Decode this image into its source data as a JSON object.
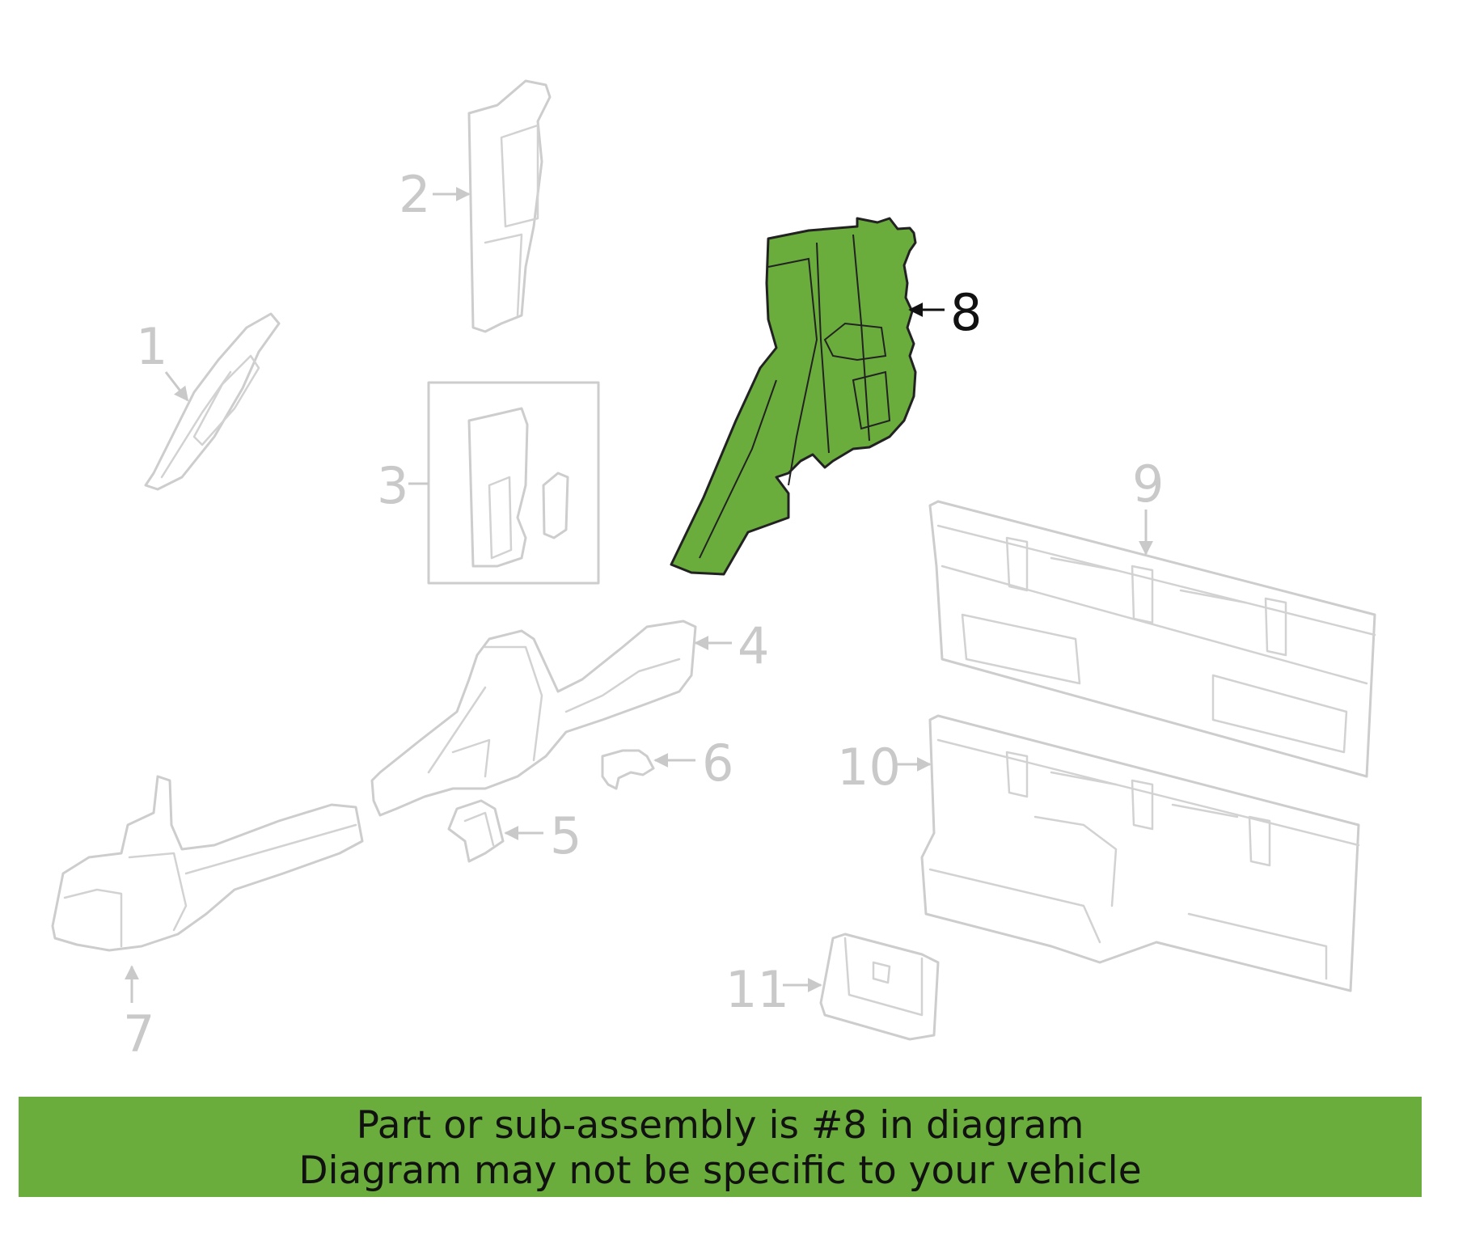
{
  "diagram": {
    "highlight_color": "#6aad3d",
    "highlighted_callout": "8",
    "callouts": [
      "1",
      "2",
      "3",
      "4",
      "5",
      "6",
      "7",
      "8",
      "9",
      "10",
      "11"
    ]
  },
  "banner": {
    "line1": "Part or sub-assembly is #8 in diagram",
    "line2": "Diagram may not be specific to your vehicle"
  }
}
